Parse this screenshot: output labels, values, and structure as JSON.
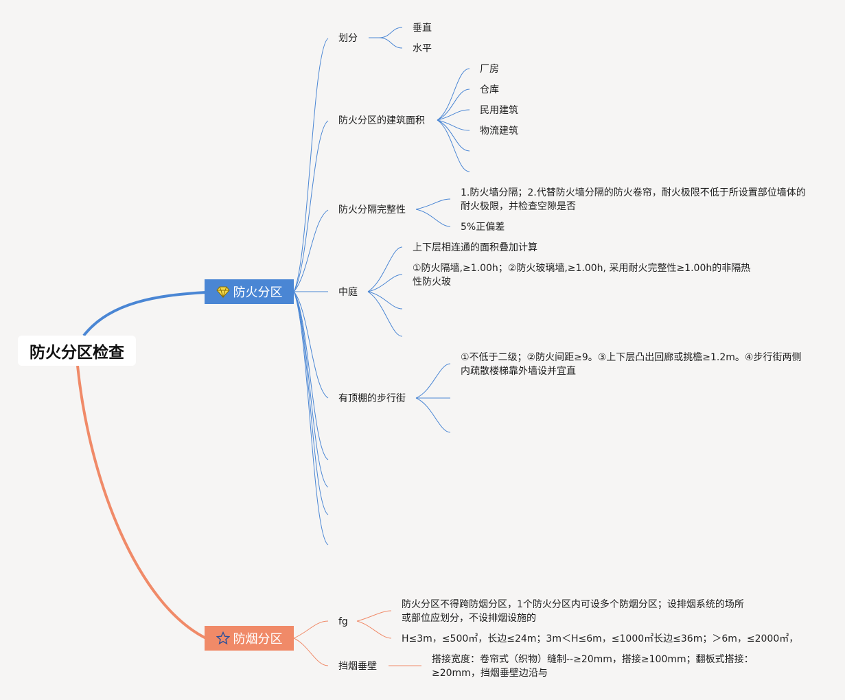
{
  "root": {
    "label": "防火分区检查"
  },
  "colors": {
    "blue": "#4a86d4",
    "orange": "#f08a68",
    "background": "#f6f5f4"
  },
  "branches": [
    {
      "label": "防火分区",
      "icon": "diamond-icon",
      "children": [
        {
          "label": "划分",
          "children": [
            "垂直",
            "水平"
          ]
        },
        {
          "label": "防火分区的建筑面积",
          "children": [
            "厂房",
            "仓库",
            "民用建筑",
            "物流建筑",
            "",
            ""
          ]
        },
        {
          "label": "防火分隔完整性",
          "children": [
            "1.防火墙分隔；2.代替防火墙分隔的防火卷帘，耐火极限不低于所设置部位墙体的耐火极限，并检查空隙是否",
            "5%正偏差"
          ]
        },
        {
          "label": "中庭",
          "children": [
            "上下层相连通的面积叠加计算",
            "①防火隔墙,≥1.00h；②防火玻璃墙,≥1.00h, 采用耐火完整性≥1.00h的非隔热性防火玻",
            "",
            ""
          ]
        },
        {
          "label": "有顶棚的步行街",
          "children": [
            "①不低于二级；②防火间距≥9。③上下层凸出回廊或挑檐≥1.2m。④步行街两侧内疏散楼梯靠外墙设并宜直",
            "",
            ""
          ]
        },
        {
          "label": "",
          "children": []
        },
        {
          "label": "",
          "children": []
        },
        {
          "label": "",
          "children": []
        },
        {
          "label": "",
          "children": []
        }
      ]
    },
    {
      "label": "防烟分区",
      "icon": "star-icon",
      "children": [
        {
          "label": "fg",
          "children": [
            "防火分区不得跨防烟分区，1个防火分区内可设多个防烟分区；设排烟系统的场所或部位应划分，不设排烟设施的",
            "H≤3m，≤500㎡，长边≤24m；3m＜H≤6m，≤1000㎡长边≤36m；＞6m，≤2000㎡，"
          ]
        },
        {
          "label": "挡烟垂壁",
          "children": [
            "搭接宽度：卷帘式（织物）缝制--≥20mm，搭接≥100mm；翻板式搭接：≥20mm，挡烟垂壁边沿与"
          ]
        }
      ]
    }
  ]
}
